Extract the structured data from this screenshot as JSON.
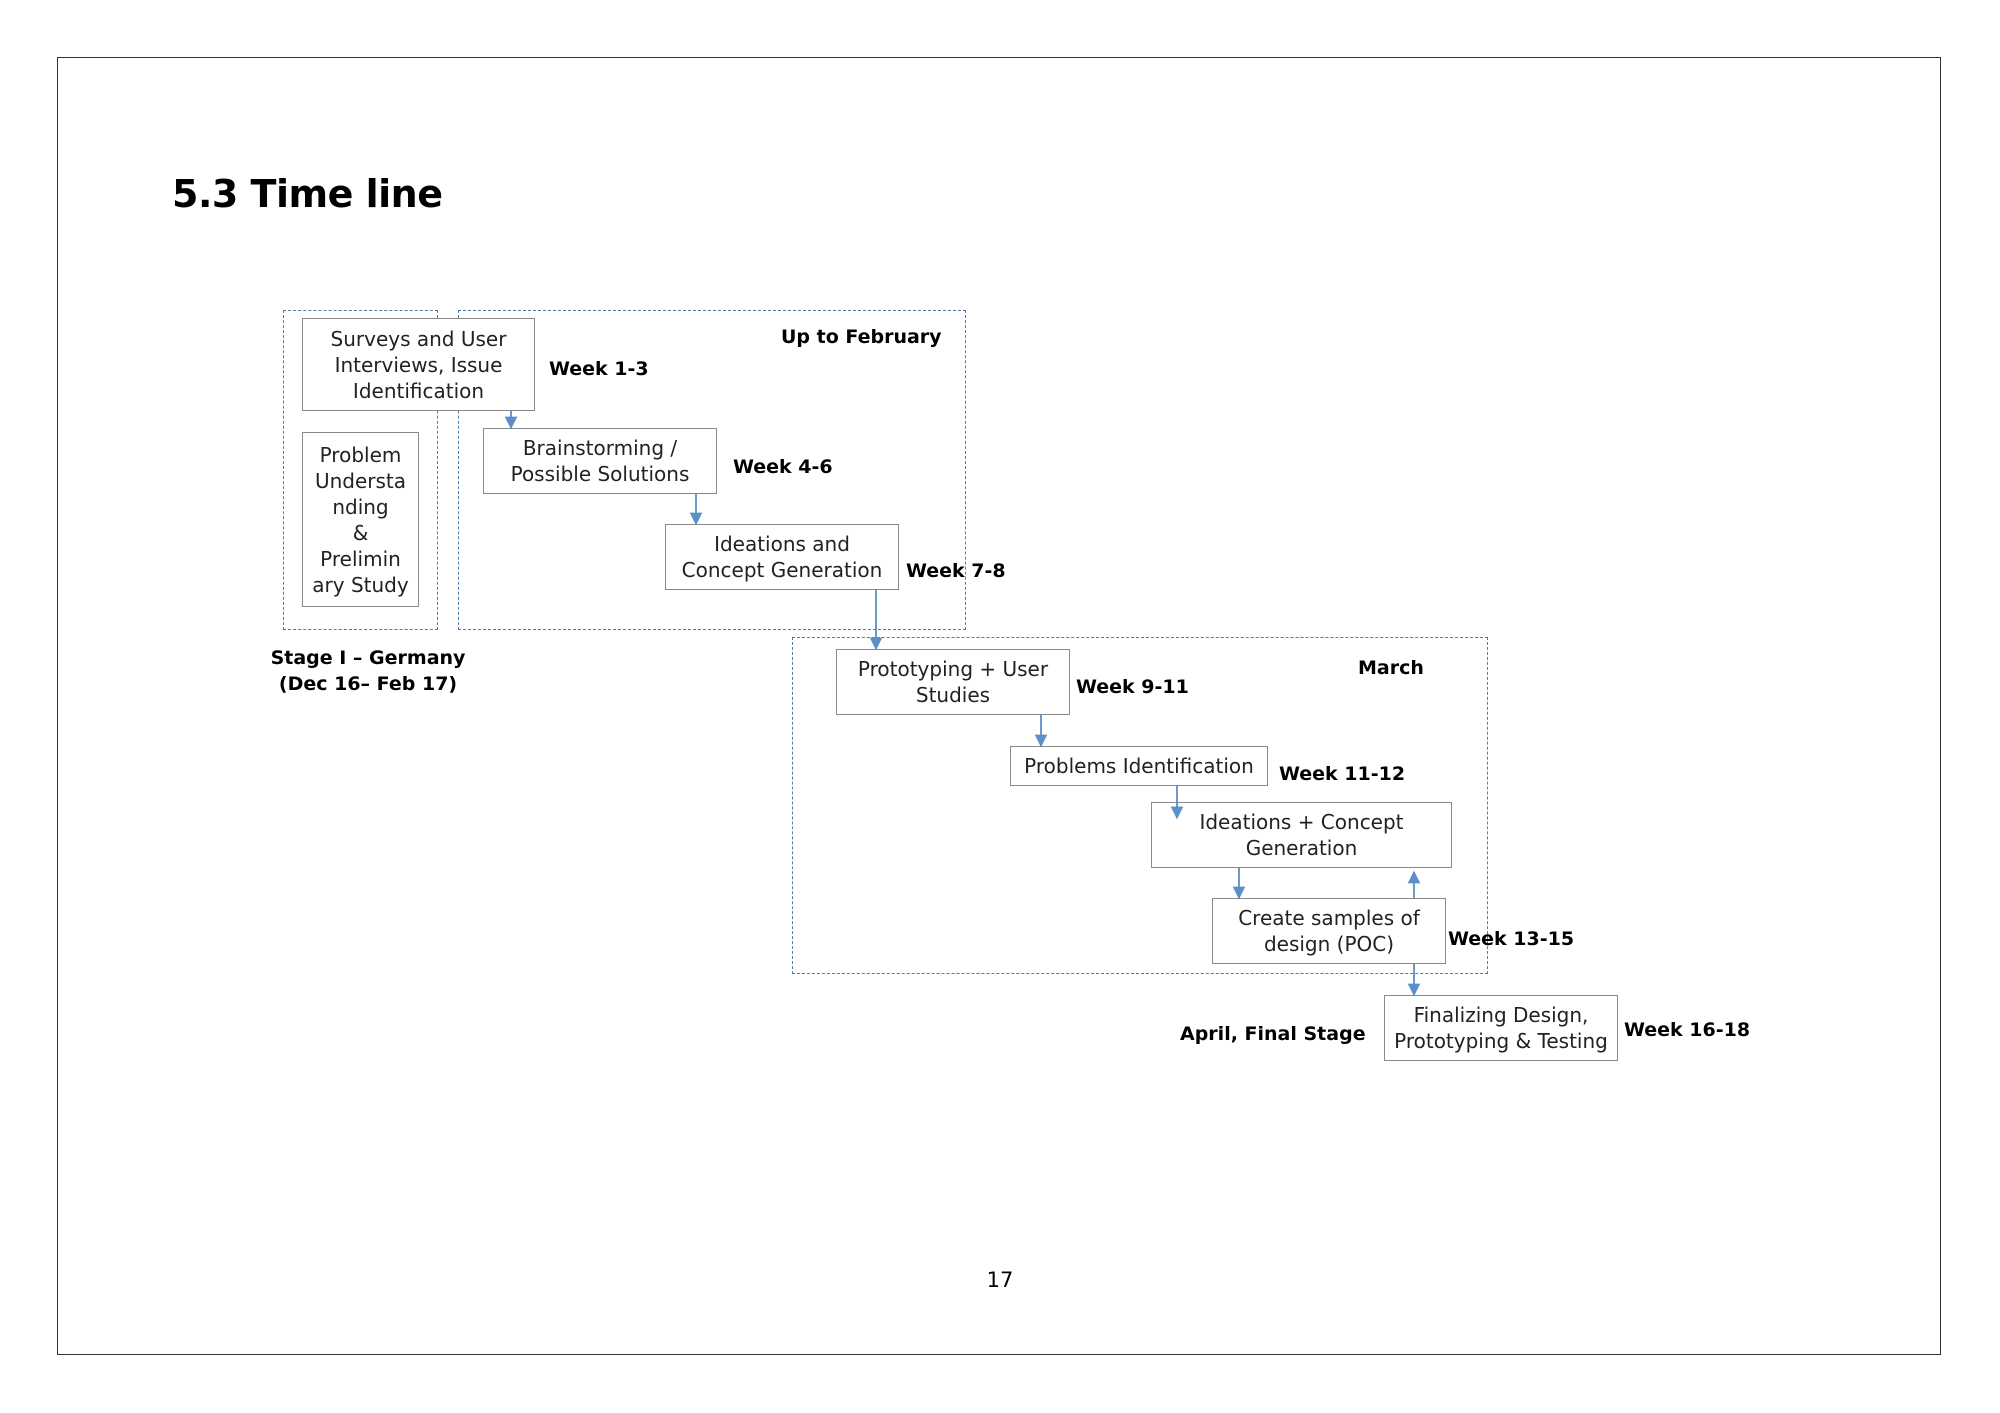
{
  "heading": "5.3 Time line",
  "page_number": "17",
  "stage1_label": "Stage I – Germany\n(Dec 16– Feb 17)",
  "region_labels": {
    "up_to_february": "Up to February",
    "march": "March",
    "april": "April, Final Stage"
  },
  "boxes": {
    "problem_understanding": "Problem\nUndersta\nnding\n&\nPrelimin\nary Study",
    "surveys": "Surveys and User\nInterviews, Issue\nIdentification",
    "brainstorming": "Brainstorming /\nPossible Solutions",
    "ideations1": "Ideations and\nConcept Generation",
    "prototyping": "Prototyping + User\nStudies",
    "problems_identification": "Problems Identification",
    "ideations2": "Ideations + Concept\nGeneration",
    "create_samples": "Create samples of\ndesign (POC)",
    "finalizing": "Finalizing Design,\nPrototyping & Testing"
  },
  "weeks": {
    "w1": "Week 1-3",
    "w2": "Week 4-6",
    "w3": "Week 7-8",
    "w4": "Week 9-11",
    "w5": "Week 11-12",
    "w6": "Week 13-15",
    "w7": "Week 16-18"
  },
  "colors": {
    "dash": "#4a7db0",
    "arrow": "#5b8fc7",
    "box_border": "#8a8a8a"
  }
}
